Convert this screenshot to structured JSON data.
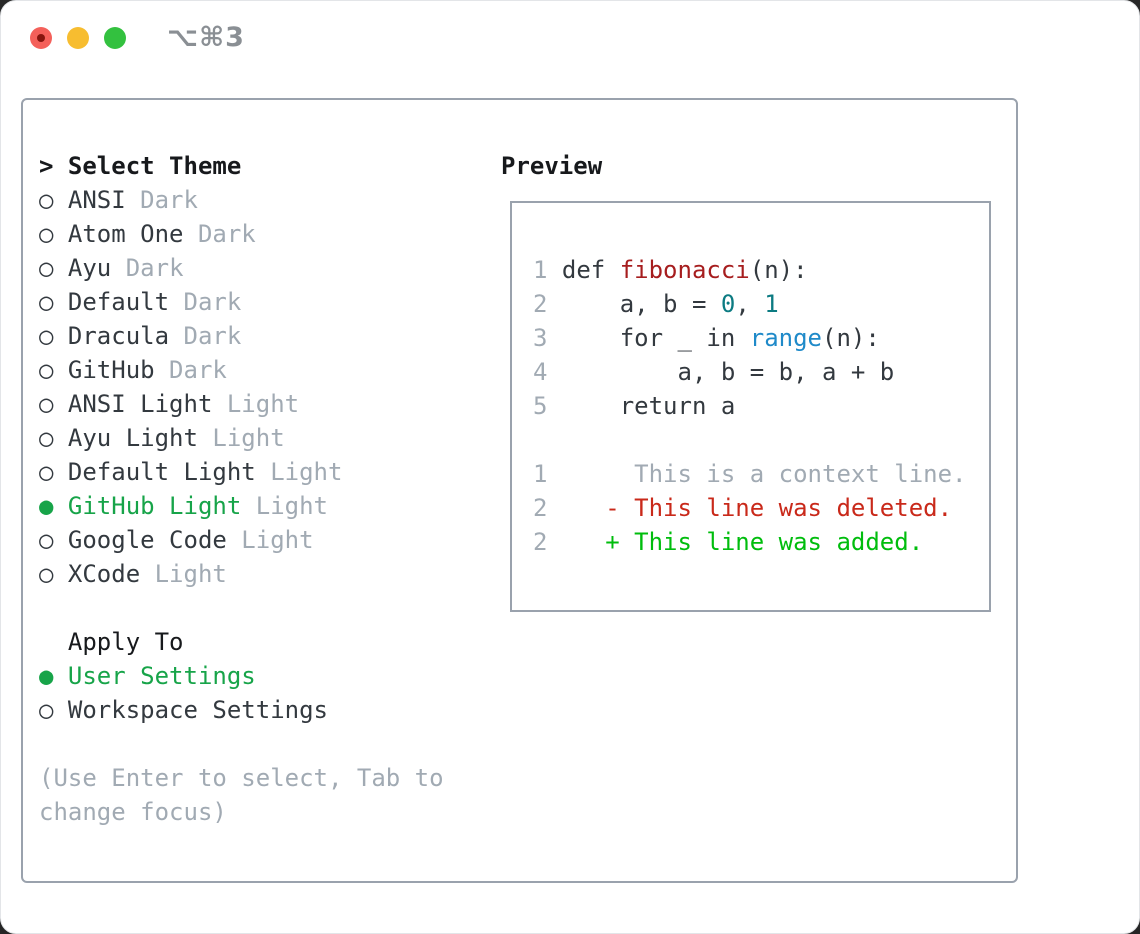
{
  "colors": {
    "text": "#33393f",
    "heading": "#17191c",
    "muted": "#a1aab3",
    "selected_green": "#17a449",
    "added_green": "#00bd0d",
    "deleted_red": "#c9291a",
    "function_red": "#a61d1e",
    "number_teal": "#0c7b82",
    "builtin_blue": "#1f8ac9",
    "border_gray": "#9aa2ad",
    "traffic_red": "#f4605a",
    "traffic_red_dot": "#86150e",
    "traffic_yellow": "#f7bd30",
    "traffic_green": "#33c13f",
    "title_gray": "#8a8f94"
  },
  "window": {
    "title": "⌥⌘3"
  },
  "theme_panel": {
    "heading_prefix": "> ",
    "heading": "Select Theme",
    "items": [
      {
        "bullet": "○",
        "name": "ANSI",
        "variant": "Dark",
        "selected": false
      },
      {
        "bullet": "○",
        "name": "Atom One",
        "variant": "Dark",
        "selected": false
      },
      {
        "bullet": "○",
        "name": "Ayu",
        "variant": "Dark",
        "selected": false
      },
      {
        "bullet": "○",
        "name": "Default",
        "variant": "Dark",
        "selected": false
      },
      {
        "bullet": "○",
        "name": "Dracula",
        "variant": "Dark",
        "selected": false
      },
      {
        "bullet": "○",
        "name": "GitHub",
        "variant": "Dark",
        "selected": false
      },
      {
        "bullet": "○",
        "name": "ANSI Light",
        "variant": "Light",
        "selected": false
      },
      {
        "bullet": "○",
        "name": "Ayu Light",
        "variant": "Light",
        "selected": false
      },
      {
        "bullet": "○",
        "name": "Default Light",
        "variant": "Light",
        "selected": false
      },
      {
        "bullet": "●",
        "name": "GitHub Light",
        "variant": "Light",
        "selected": true
      },
      {
        "bullet": "○",
        "name": "Google Code",
        "variant": "Light",
        "selected": false
      },
      {
        "bullet": "○",
        "name": "XCode",
        "variant": "Light",
        "selected": false
      }
    ],
    "apply_heading": "Apply To",
    "apply_options": [
      {
        "bullet": "●",
        "label": "User Settings",
        "selected": true
      },
      {
        "bullet": "○",
        "label": "Workspace Settings",
        "selected": false
      }
    ],
    "hint_lines": [
      "(Use Enter to select, Tab to",
      "change focus)"
    ]
  },
  "preview": {
    "heading": "Preview",
    "lines": [
      {
        "segments": [
          {
            "t": "1 ",
            "s": "muted"
          },
          {
            "t": "def ",
            "s": "text"
          },
          {
            "t": "fibonacci",
            "s": "function_red"
          },
          {
            "t": "(n):",
            "s": "text"
          }
        ]
      },
      {
        "segments": [
          {
            "t": "2 ",
            "s": "muted"
          },
          {
            "t": "    a, b = ",
            "s": "text"
          },
          {
            "t": "0",
            "s": "number_teal"
          },
          {
            "t": ", ",
            "s": "text"
          },
          {
            "t": "1",
            "s": "number_teal"
          }
        ]
      },
      {
        "segments": [
          {
            "t": "3 ",
            "s": "muted"
          },
          {
            "t": "    for _ in ",
            "s": "text"
          },
          {
            "t": "range",
            "s": "builtin_blue"
          },
          {
            "t": "(n):",
            "s": "text"
          }
        ]
      },
      {
        "segments": [
          {
            "t": "4 ",
            "s": "muted"
          },
          {
            "t": "        a, b = b, a + b",
            "s": "text"
          }
        ]
      },
      {
        "segments": [
          {
            "t": "5 ",
            "s": "muted"
          },
          {
            "t": "    return a",
            "s": "text"
          }
        ]
      },
      {
        "segments": [
          {
            "t": " ",
            "s": "text"
          }
        ]
      },
      {
        "segments": [
          {
            "t": "1 ",
            "s": "muted"
          },
          {
            "t": "     This is a context line.",
            "s": "muted"
          }
        ]
      },
      {
        "segments": [
          {
            "t": "2 ",
            "s": "muted"
          },
          {
            "t": "   - This line was deleted.",
            "s": "deleted_red"
          }
        ]
      },
      {
        "segments": [
          {
            "t": "2 ",
            "s": "muted"
          },
          {
            "t": "   + This line was added.",
            "s": "added_green"
          }
        ]
      }
    ]
  }
}
